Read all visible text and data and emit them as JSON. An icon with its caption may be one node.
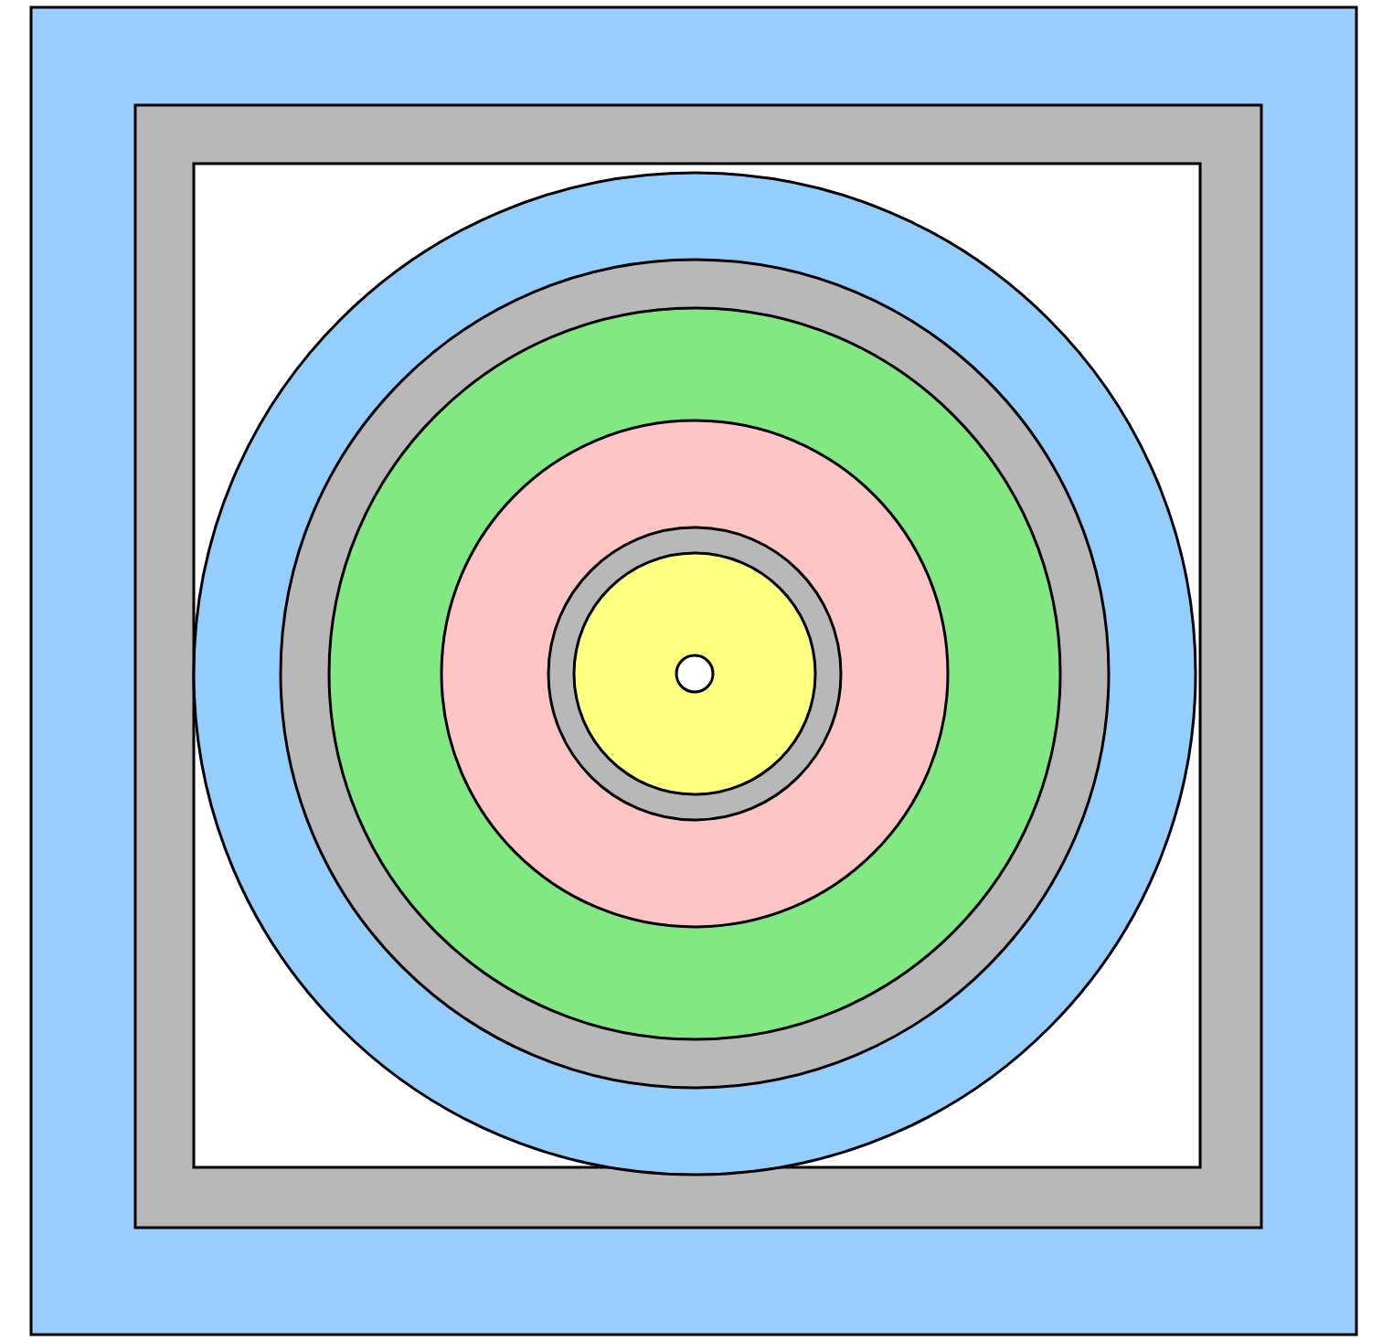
{
  "diagram": {
    "nodes": [
      {
        "text": [],
        "shape": "box"
      },
      {
        "text": [],
        "shape": "box",
        "in": 0
      },
      {
        "text": [],
        "shape": "box",
        "in": 1
      },
      {
        "text": [],
        "shape": "circle",
        "in": 2
      },
      {
        "text": [],
        "shape": "circle",
        "in": 3
      },
      {
        "text": [],
        "shape": "circle",
        "in": 4
      },
      {
        "text": [],
        "shape": "circle",
        "in": 5
      },
      {
        "text": [],
        "shape": "circle",
        "in": 6
      },
      {
        "text": [],
        "shape": "circle",
        "in": 7
      },
      {
        "text": [],
        "shape": "circle",
        "in": 8
      }
    ]
  }
}
